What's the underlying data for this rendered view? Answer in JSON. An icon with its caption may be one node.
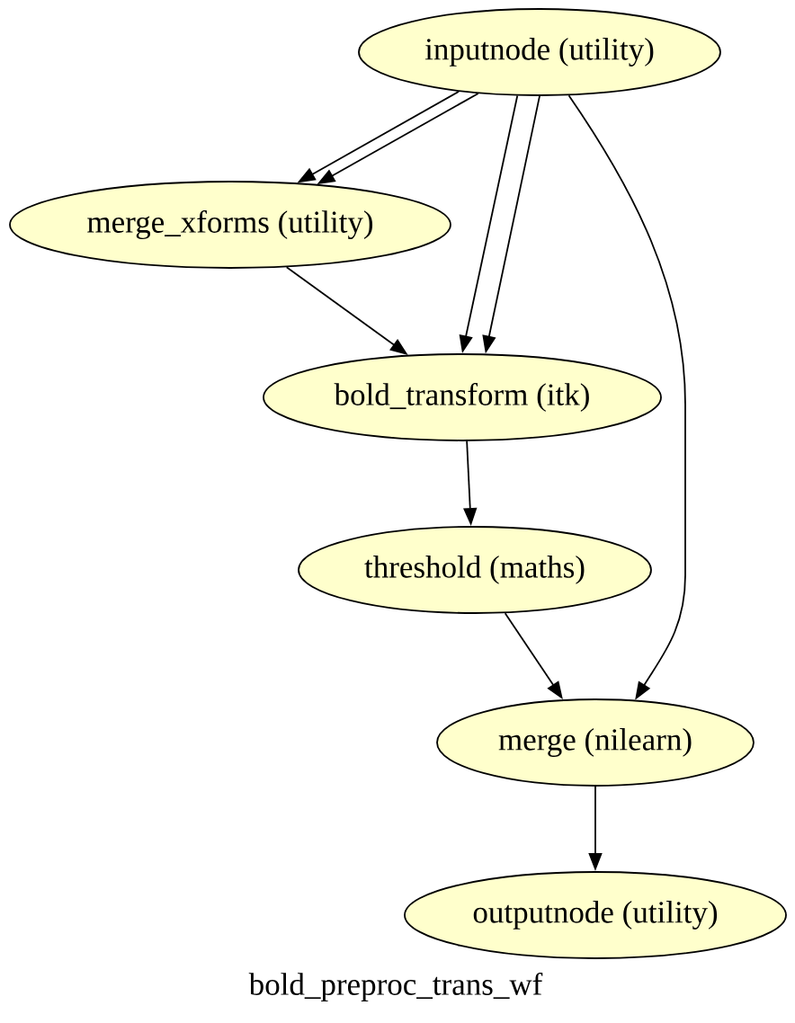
{
  "diagram": {
    "caption": "bold_preproc_trans_wf",
    "nodes": [
      {
        "text": [
          "inputnode (utility)"
        ]
      },
      {
        "text": [
          "merge_xforms (utility)"
        ]
      },
      {
        "text": [
          "bold_transform (itk)"
        ]
      },
      {
        "text": [
          "threshold (maths)"
        ]
      },
      {
        "text": [
          "merge (nilearn)"
        ]
      },
      {
        "text": [
          "outputnode (utility)"
        ]
      }
    ],
    "edges": [
      {
        "from": 0,
        "to": 1,
        "arrow": "to"
      },
      {
        "from": 0,
        "to": 1,
        "arrow": "to"
      },
      {
        "from": 0,
        "to": 2,
        "arrow": "to"
      },
      {
        "from": 0,
        "to": 2,
        "arrow": "to"
      },
      {
        "from": 0,
        "to": 4,
        "arrow": "to"
      },
      {
        "from": 1,
        "to": 2,
        "arrow": "to"
      },
      {
        "from": 2,
        "to": 3,
        "arrow": "to"
      },
      {
        "from": 3,
        "to": 4,
        "arrow": "to"
      },
      {
        "from": 4,
        "to": 5,
        "arrow": "to"
      }
    ]
  }
}
